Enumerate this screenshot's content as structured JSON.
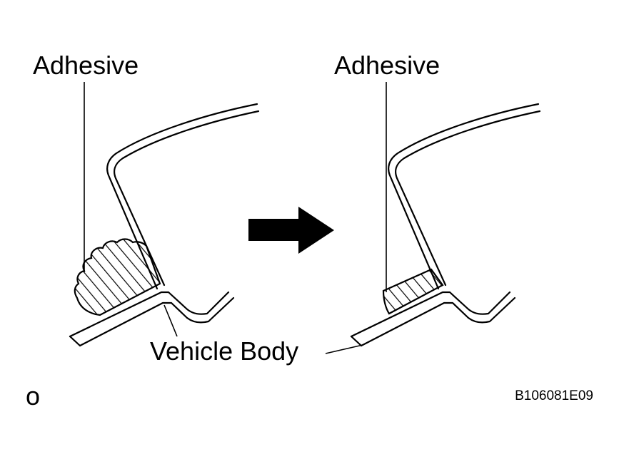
{
  "labels": {
    "adhesive_left": "Adhesive",
    "adhesive_right": "Adhesive",
    "vehicle_body": "Vehicle Body",
    "corner_mark": "o",
    "figure_code": "B106081E09"
  },
  "colors": {
    "ink": "#000000",
    "background": "#ffffff"
  }
}
